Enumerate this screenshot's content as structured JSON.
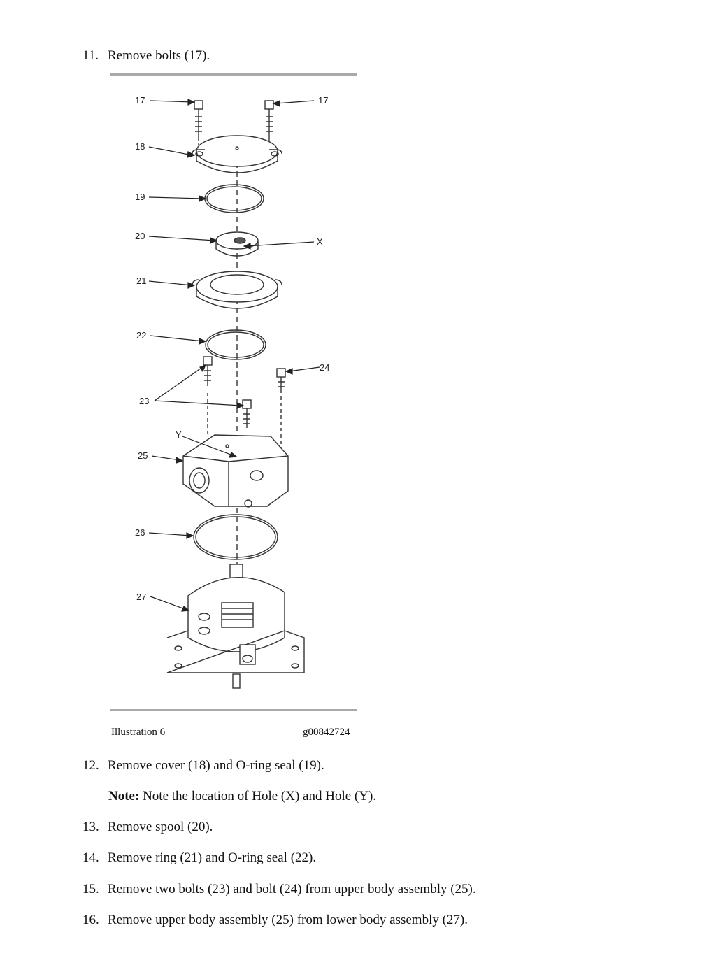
{
  "steps": [
    {
      "num": "11.",
      "text": "Remove bolts (17)."
    },
    {
      "num": "12.",
      "text": "Remove cover (18) and O-ring seal (19)."
    },
    {
      "num": "13.",
      "text": "Remove spool (20)."
    },
    {
      "num": "14.",
      "text": "Remove ring (21) and O-ring seal (22)."
    },
    {
      "num": "15.",
      "text": "Remove two bolts (23) and bolt (24) from upper body assembly (25)."
    },
    {
      "num": "16.",
      "text": "Remove upper body assembly (25) from lower body assembly (27)."
    }
  ],
  "note": {
    "label": "Note:",
    "text": " Note the location of Hole (X) and Hole (Y)."
  },
  "figure": {
    "caption": "Illustration 6",
    "ref": "g00842724",
    "callouts": {
      "c17a": "17",
      "c17b": "17",
      "c18": "18",
      "c19": "19",
      "c20": "20",
      "cX": "X",
      "c21": "21",
      "c22": "22",
      "c24": "24",
      "c23": "23",
      "cY": "Y",
      "c25": "25",
      "c26": "26",
      "c27": "27"
    }
  }
}
